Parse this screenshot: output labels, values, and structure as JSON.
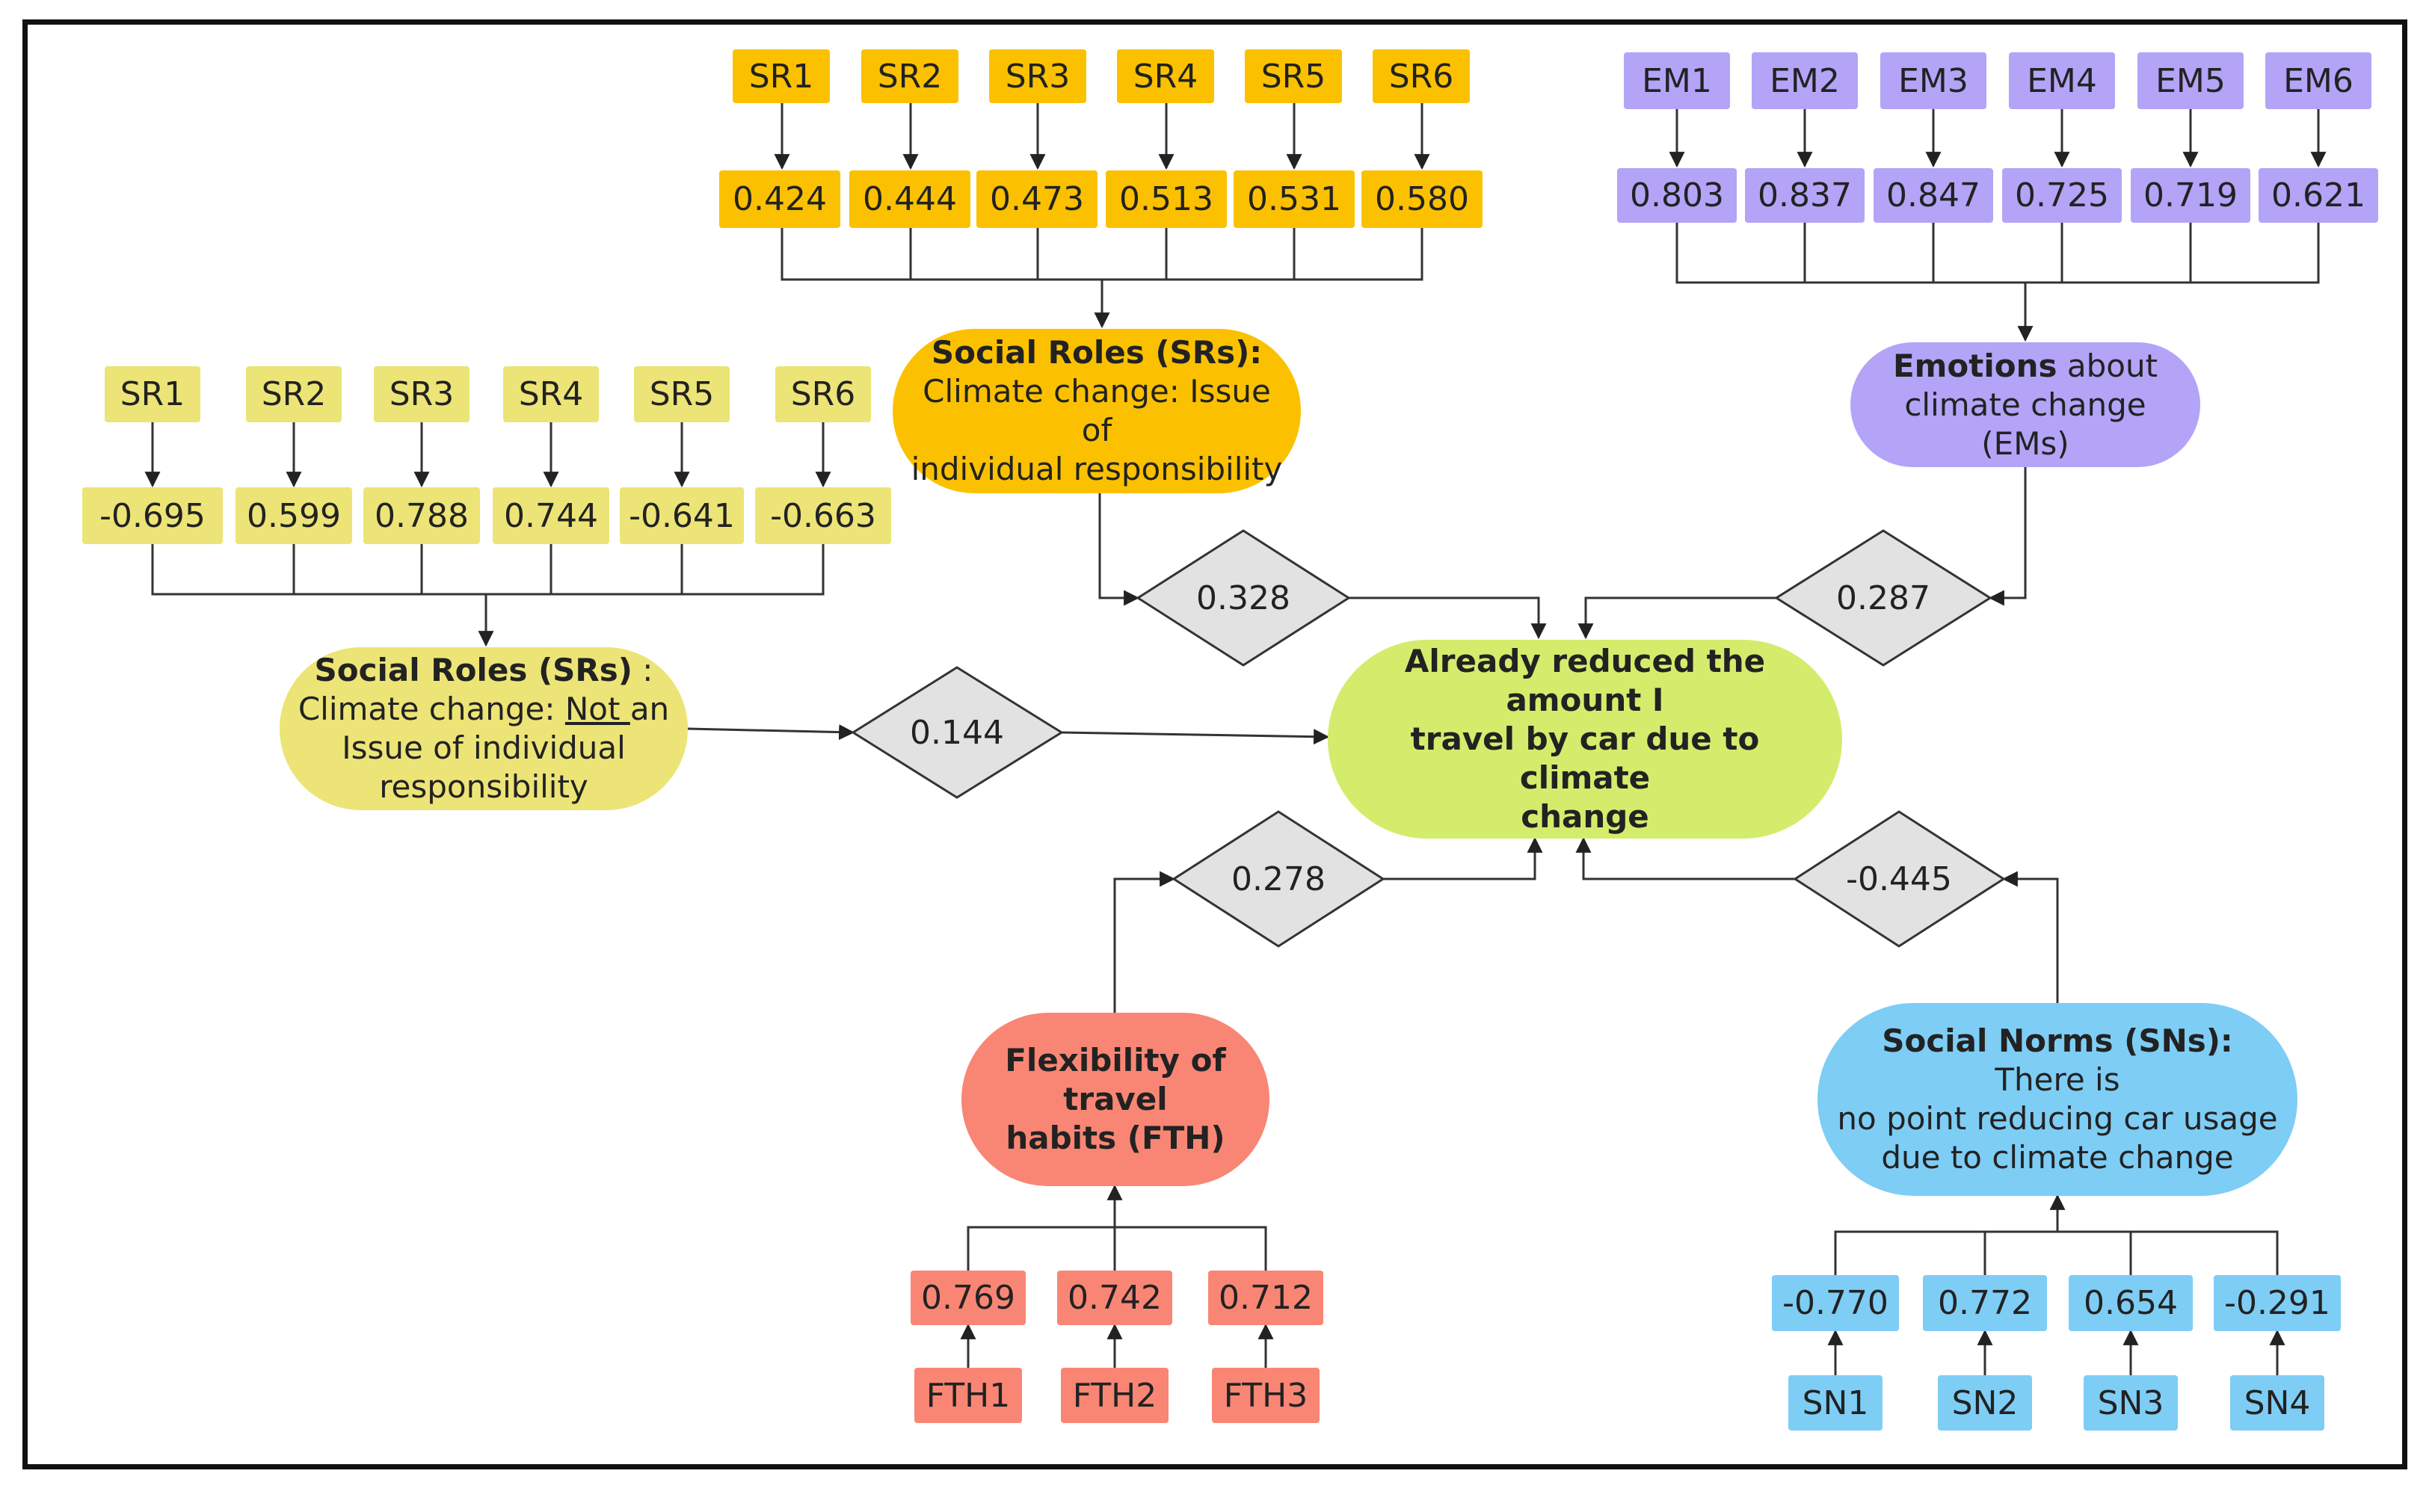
{
  "colors": {
    "orange": "#FBC100",
    "purple": "#B3A4F8",
    "yellow": "#ECE476",
    "green": "#D4EC6C",
    "red": "#F98674",
    "blue": "#7ECDF5",
    "diamond": "#E2E2E2"
  },
  "sr_top": {
    "items": [
      "SR1",
      "SR2",
      "SR3",
      "SR4",
      "SR5",
      "SR6"
    ],
    "loadings": [
      "0.424",
      "0.444",
      "0.473",
      "0.513",
      "0.531",
      "0.580"
    ],
    "construct": {
      "bold": "Social Roles (SRs):",
      "line2": "Climate change: Issue of",
      "line3": "individual responsibility"
    },
    "path": "0.328"
  },
  "em": {
    "items": [
      "EM1",
      "EM2",
      "EM3",
      "EM4",
      "EM5",
      "EM6"
    ],
    "loadings": [
      "0.803",
      "0.837",
      "0.847",
      "0.725",
      "0.719",
      "0.621"
    ],
    "construct": {
      "bold": "Emotions",
      "rest": " about",
      "line2": "climate change",
      "line3": "(EMs)"
    },
    "path": "0.287"
  },
  "sr_left": {
    "items": [
      "SR1",
      "SR2",
      "SR3",
      "SR4",
      "SR5",
      "SR6"
    ],
    "loadings": [
      "-0.695",
      "0.599",
      "0.788",
      "0.744",
      "-0.641",
      "-0.663"
    ],
    "construct": {
      "bold": "Social Roles (SRs)",
      "rest": " :",
      "line2a": "Climate change: ",
      "line2u": "Not ",
      "line2b": "an",
      "line3": "Issue of individual",
      "line4": "responsibility"
    },
    "path": "0.144"
  },
  "outcome": {
    "line1": "Already reduced the amount I",
    "line2": "travel by car due to climate",
    "line3": "change"
  },
  "fth": {
    "items": [
      "FTH1",
      "FTH2",
      "FTH3"
    ],
    "loadings": [
      "0.769",
      "0.742",
      "0.712"
    ],
    "construct": {
      "line1": "Flexibility of travel",
      "line2": "habits (FTH)"
    },
    "path": "0.278"
  },
  "sn": {
    "items": [
      "SN1",
      "SN2",
      "SN3",
      "SN4"
    ],
    "loadings": [
      "-0.770",
      "0.772",
      "0.654",
      "-0.291"
    ],
    "construct": {
      "bold": "Social Norms (SNs):",
      "rest": " There is",
      "line2": "no point reducing car usage",
      "line3": "due to climate change"
    },
    "path": "-0.445"
  }
}
